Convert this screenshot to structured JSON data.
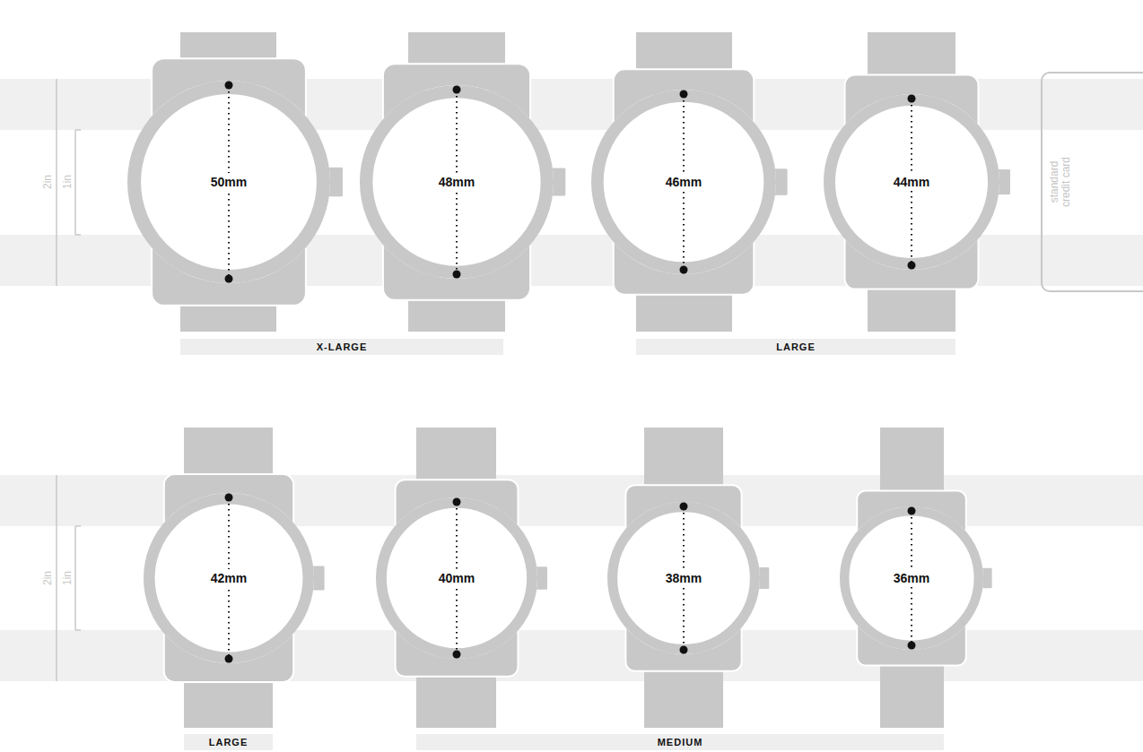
{
  "diagram": {
    "nodes": [
      {
        "text": [
          "50mm"
        ]
      },
      {
        "text": [
          "48mm"
        ]
      },
      {
        "text": [
          "46mm"
        ]
      },
      {
        "text": [
          "44mm"
        ]
      },
      {
        "text": [
          "standard credit card"
        ]
      },
      {
        "text": [
          "X-LARGE"
        ]
      },
      {
        "text": [
          "LARGE"
        ]
      },
      {
        "text": [
          "42mm"
        ]
      },
      {
        "text": [
          "40mm"
        ]
      },
      {
        "text": [
          "38mm"
        ]
      },
      {
        "text": [
          "36mm"
        ]
      },
      {
        "text": [
          "LARGE"
        ]
      },
      {
        "text": [
          "MEDIUM"
        ]
      }
    ],
    "labels": [
      "2in",
      "1in",
      "2in",
      "1in"
    ]
  }
}
